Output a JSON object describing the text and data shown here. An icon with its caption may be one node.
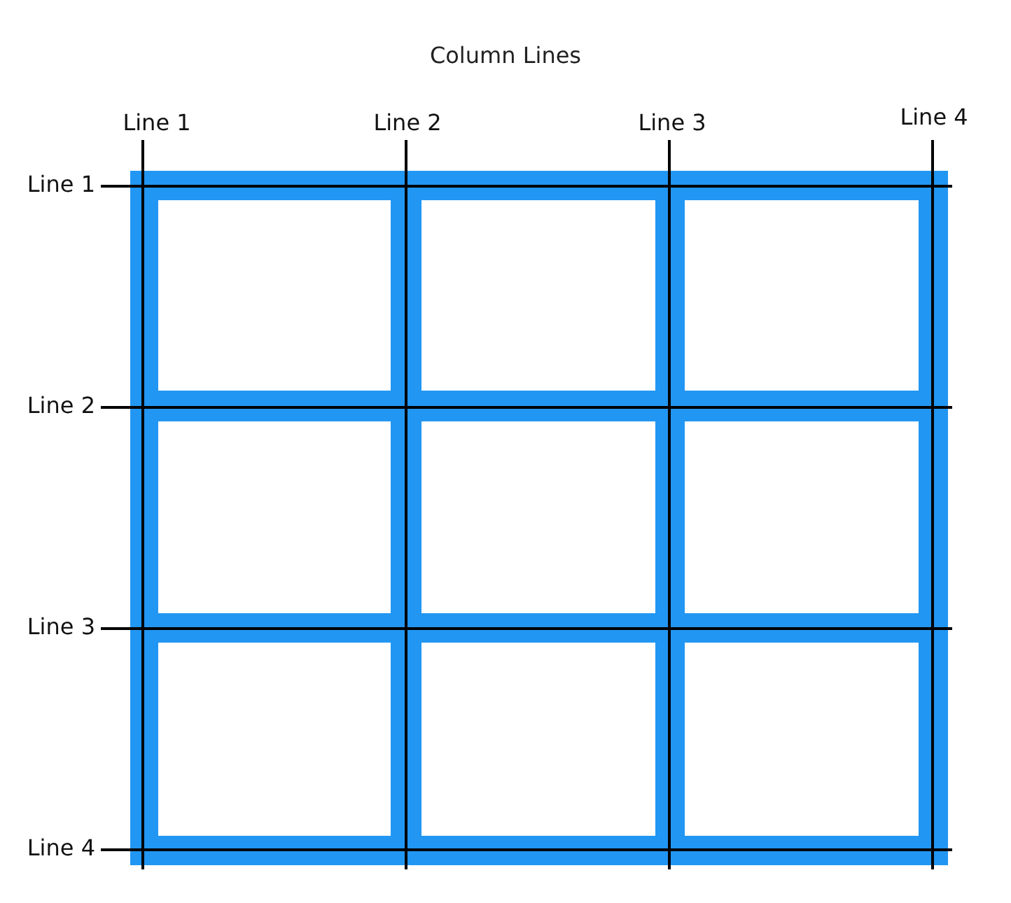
{
  "diagram": {
    "title": "Column Lines",
    "labels": [
      "Line 1",
      "Line 2",
      "Line 3",
      "Line 4",
      "Line 1",
      "Line 2",
      "Line 3",
      "Line 4"
    ]
  }
}
